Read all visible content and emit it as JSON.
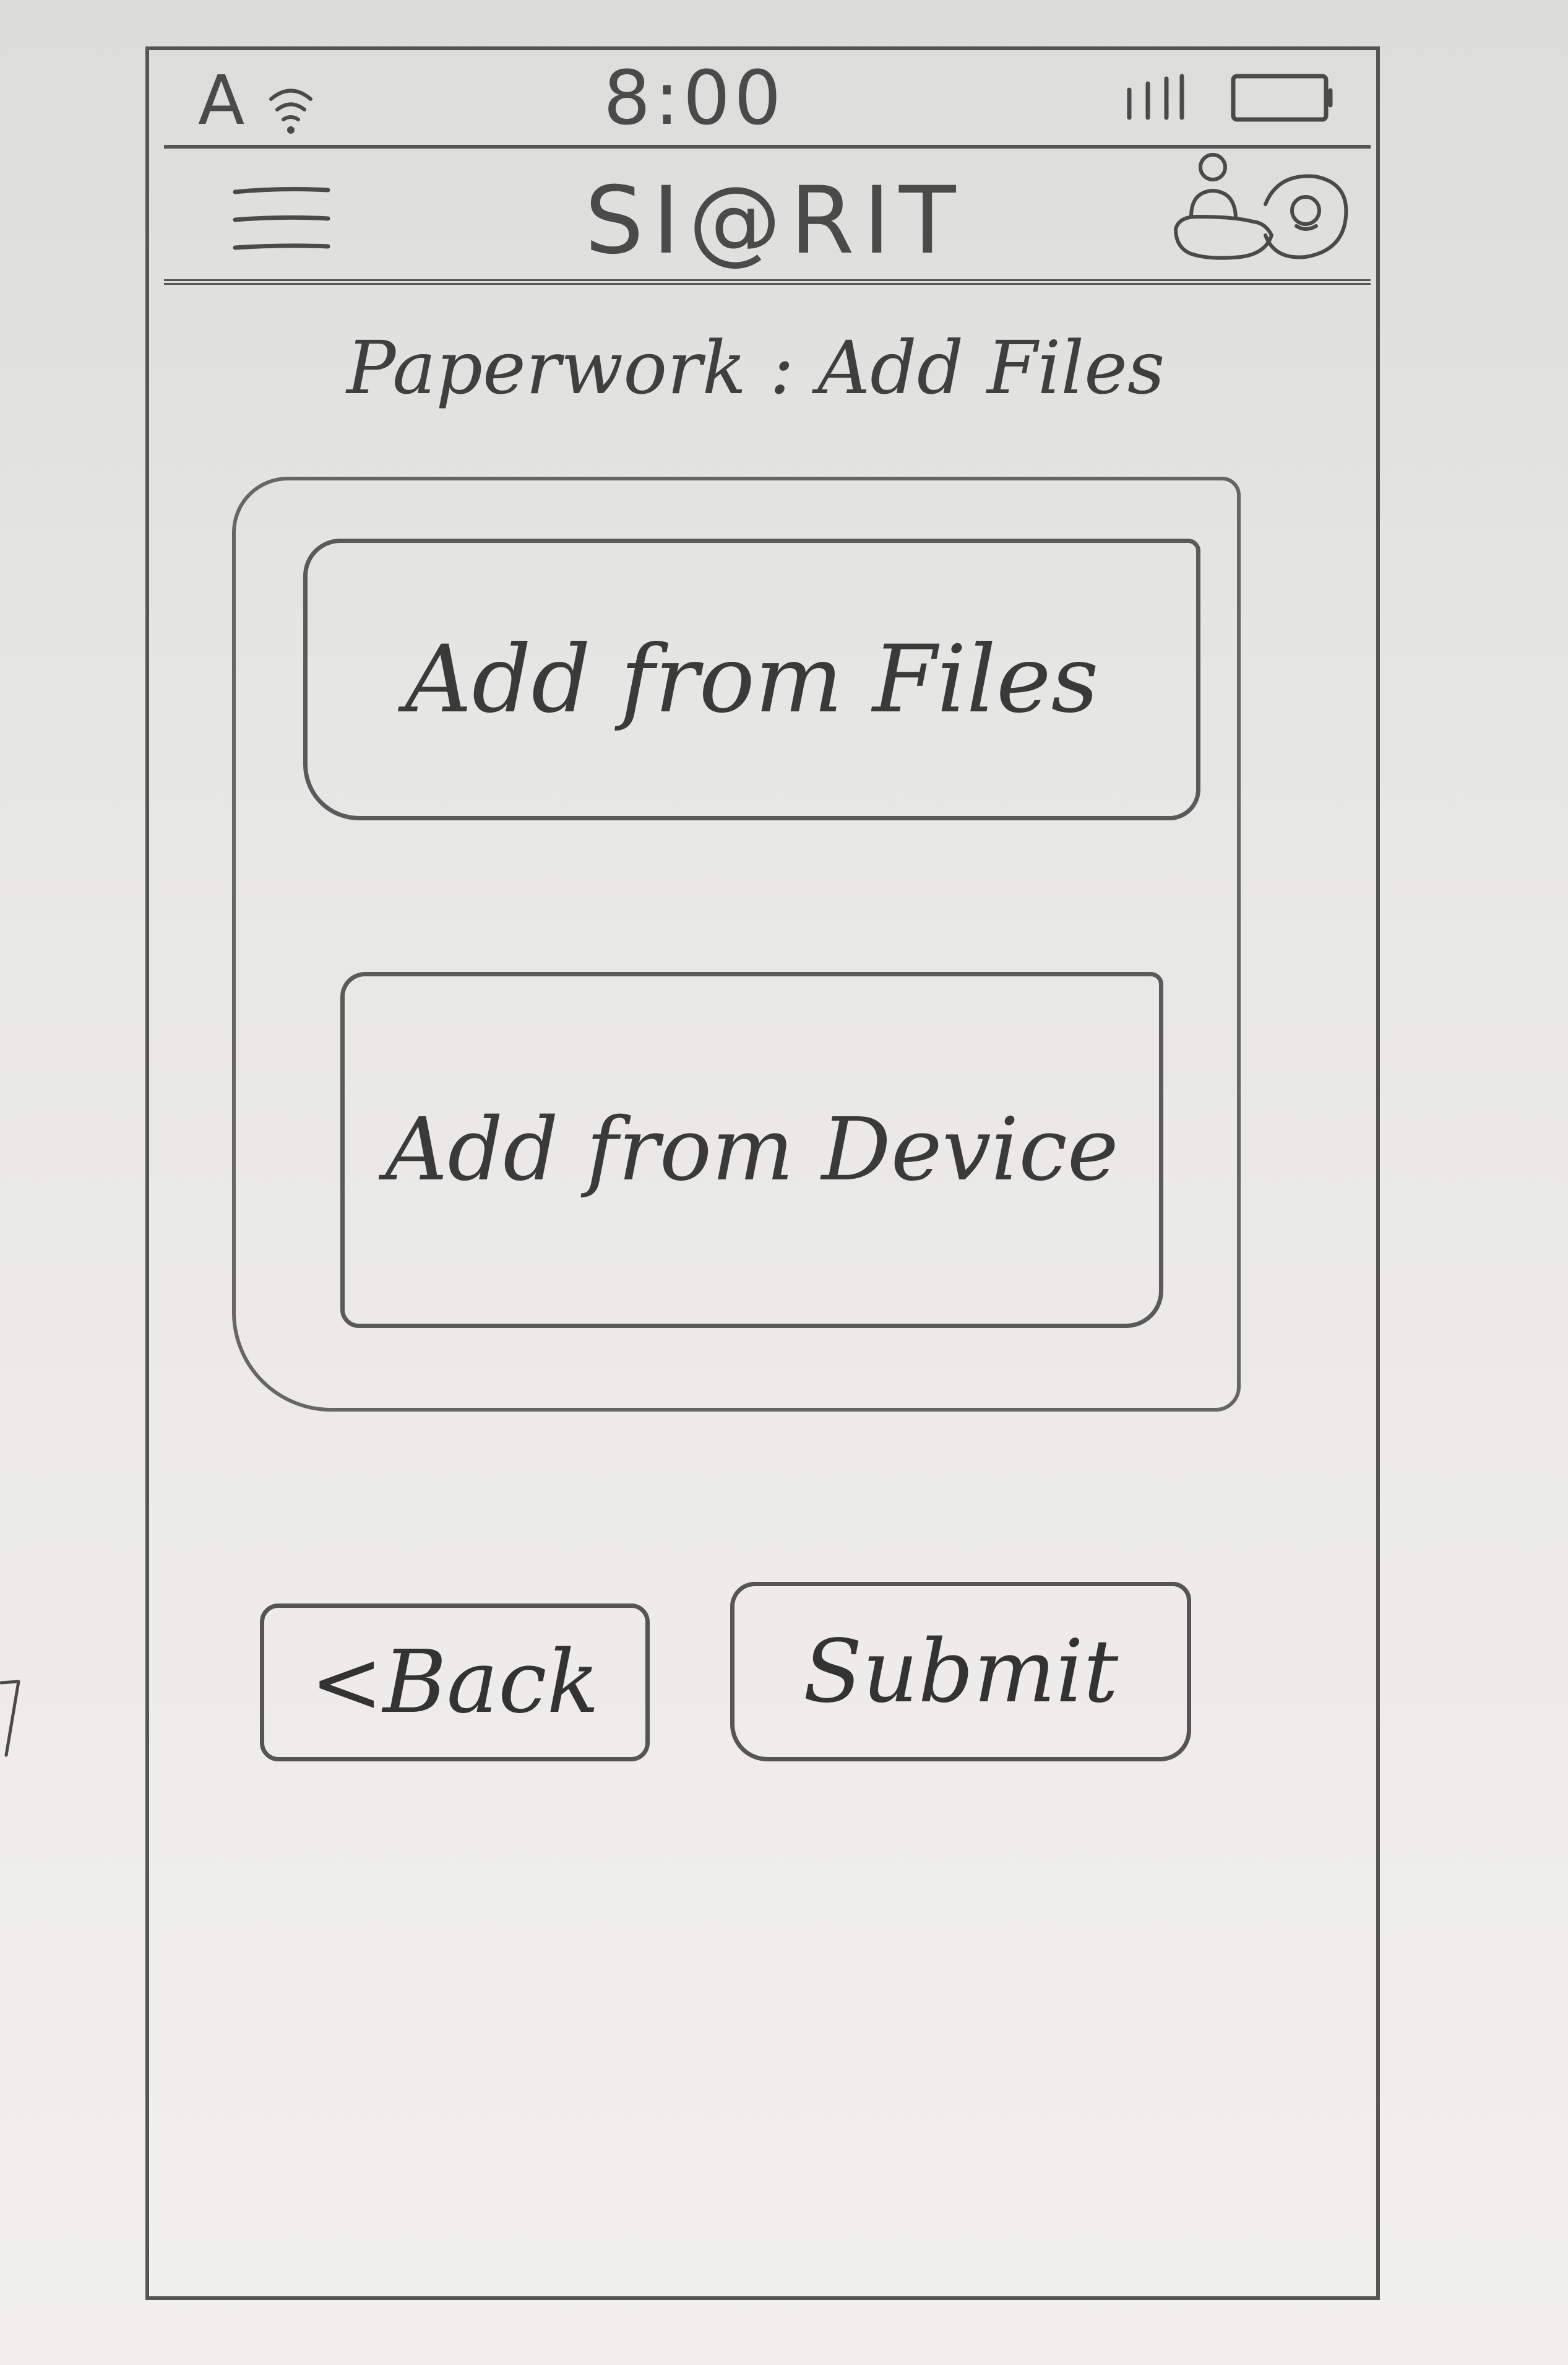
{
  "status_bar": {
    "carrier": "A",
    "time": "8:00"
  },
  "app_bar": {
    "title": "SI@RIT"
  },
  "page": {
    "title": "Paperwork : Add Files"
  },
  "upload_options": {
    "add_from_files_label": "Add from Files",
    "add_from_device_label": "Add from Device"
  },
  "footer": {
    "back_label": "<Back",
    "submit_label": "Submit"
  },
  "icons": {
    "menu": "hamburger-menu-icon",
    "profile": "user-notifications-icon",
    "wifi": "wifi-icon",
    "signal": "signal-bars-icon",
    "battery": "battery-icon"
  }
}
